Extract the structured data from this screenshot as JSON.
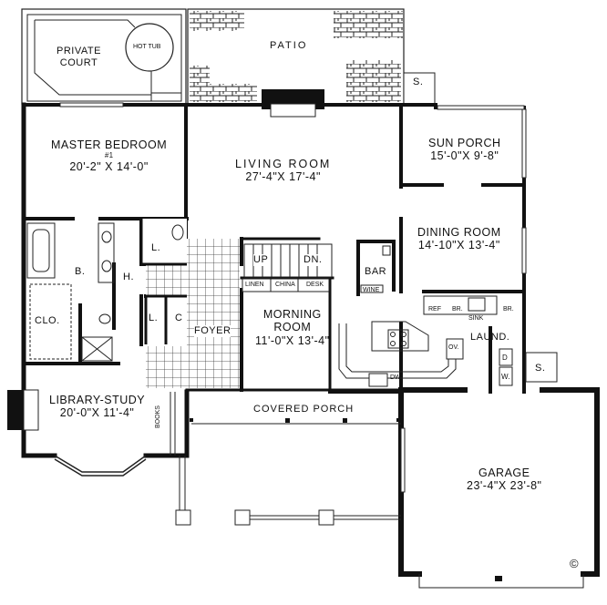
{
  "plan": {
    "type": "house floor plan",
    "colors": {
      "wall": "#111111",
      "background": "#ffffff",
      "line": "#222222"
    }
  },
  "rooms": {
    "private_court": {
      "name_line1": "PRIVATE",
      "name_line2": "COURT"
    },
    "hot_tub": {
      "name": "HOT TUB"
    },
    "patio": {
      "name": "PATIO"
    },
    "storage_top": {
      "name": "S."
    },
    "master_bedroom": {
      "name": "MASTER BEDROOM",
      "number": "#1",
      "dims": "20'-2\" X 14'-0\""
    },
    "living_room": {
      "name": "LIVING ROOM",
      "dims": "27'-4\"X 17'-4\""
    },
    "sun_porch": {
      "name": "SUN PORCH",
      "dims": "15'-0\"X 9'-8\""
    },
    "dining_room": {
      "name": "DINING ROOM",
      "dims": "14'-10\"X 13'-4\""
    },
    "bath": {
      "name": "B."
    },
    "hall": {
      "name": "H."
    },
    "closet": {
      "name": "CLO."
    },
    "lav_upper": {
      "name": "L."
    },
    "lav_lower": {
      "name": "L."
    },
    "coat_closet": {
      "name": "C"
    },
    "foyer": {
      "name": "FOYER"
    },
    "stairs_up": {
      "name": "UP"
    },
    "stairs_down": {
      "name": "DN."
    },
    "linen": {
      "name": "LINEN"
    },
    "china": {
      "name": "CHINA"
    },
    "desk": {
      "name": "DESK"
    },
    "bar": {
      "name": "BAR"
    },
    "wine": {
      "name": "WINE"
    },
    "morning_room": {
      "name_line1": "MORNING",
      "name_line2": "ROOM",
      "dims": "11'-0\"X 13'-4\""
    },
    "ref": {
      "name": "REF"
    },
    "broom_1": {
      "name": "BR."
    },
    "sink": {
      "name": "SINK"
    },
    "broom_2": {
      "name": "BR."
    },
    "oven": {
      "name": "OV."
    },
    "dishwasher": {
      "name": "DW."
    },
    "laundry": {
      "name": "LAUND."
    },
    "dryer": {
      "name": "D"
    },
    "washer": {
      "name": "W."
    },
    "storage_garage": {
      "name": "S."
    },
    "library_study": {
      "name": "LIBRARY-STUDY",
      "dims": "20'-0\"X 11'-4\""
    },
    "books": {
      "name": "BOOKS"
    },
    "covered_porch": {
      "name": "COVERED PORCH"
    },
    "garage": {
      "name": "GARAGE",
      "dims": "23'-4\"X 23'-8\""
    }
  },
  "copyright": {
    "symbol": "©"
  }
}
